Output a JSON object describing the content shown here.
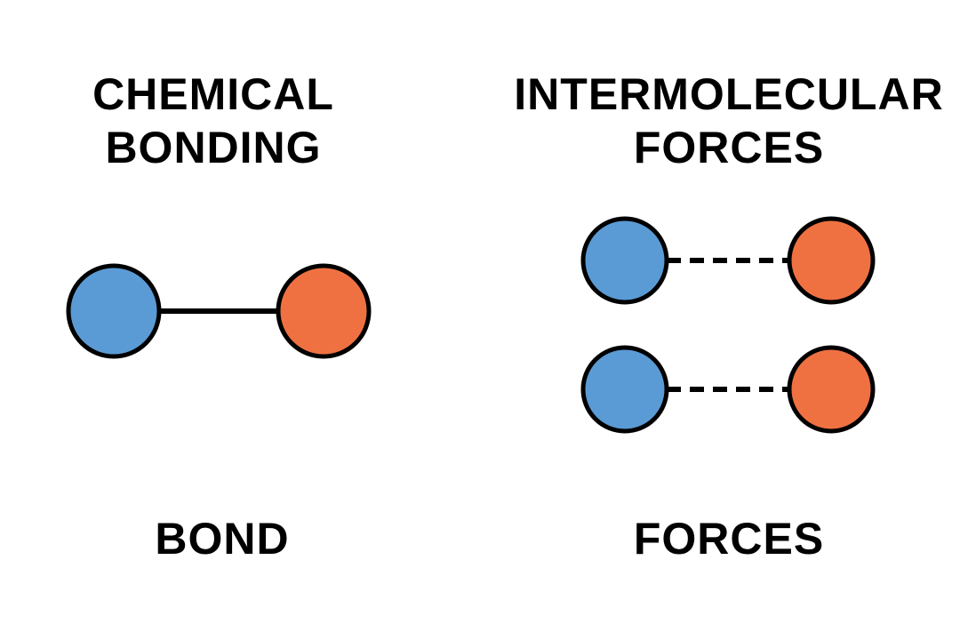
{
  "left": {
    "heading_line1": "CHEMICAL",
    "heading_line2": "BONDING",
    "caption": "BOND"
  },
  "right": {
    "heading_line1": "INTERMOLECULAR",
    "heading_line2": "FORCES",
    "caption": "FORCES"
  },
  "colors": {
    "atom_a": "#5b9bd5",
    "atom_b": "#ef7142",
    "stroke": "#000000"
  }
}
